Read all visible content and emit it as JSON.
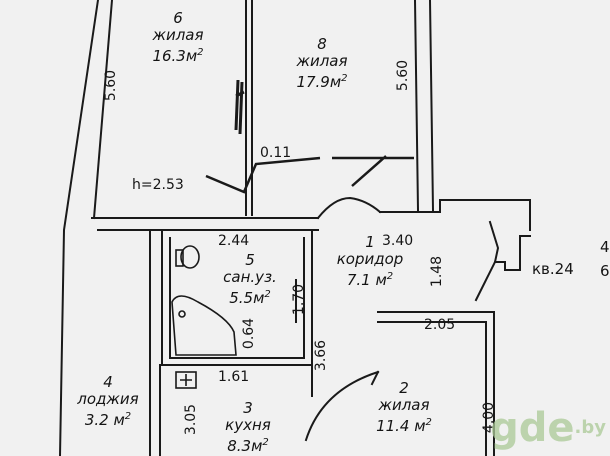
{
  "rooms": [
    {
      "id": "6",
      "number": "6",
      "name": "жилая",
      "area": "16.3м",
      "sup": "2"
    },
    {
      "id": "8",
      "number": "8",
      "name": "жилая",
      "area": "17.9м",
      "sup": "2"
    },
    {
      "id": "5",
      "number": "5",
      "name": "сан.уз.",
      "area": "5.5м",
      "sup": "2"
    },
    {
      "id": "1",
      "number": "1",
      "name": "коридор",
      "area": "7.1 м",
      "sup": "2"
    },
    {
      "id": "4",
      "number": "4",
      "name": "лоджия",
      "area": "3.2 м",
      "sup": "2"
    },
    {
      "id": "3",
      "number": "3",
      "name": "кухня",
      "area": "8.3м",
      "sup": "2"
    },
    {
      "id": "2",
      "number": "2",
      "name": "жилая",
      "area": "11.4 м",
      "sup": "2"
    }
  ],
  "dimensions": {
    "d560_left": "5.60",
    "d560_right": "5.60",
    "ceiling_height": "h=2.53",
    "d011": "0.11",
    "d244": "2.44",
    "d340": "3.40",
    "d148": "1.48",
    "d170": "1.70",
    "d064": "0.64",
    "d205": "2.05",
    "d366": "3.66",
    "d161": "1.61",
    "d305": "3.05",
    "d400": "4.00"
  },
  "apartment_label": "кв.24",
  "edge_fragment_top": "4",
  "edge_fragment_bottom": "6",
  "watermark": {
    "text": "gde",
    "tld": ".by"
  },
  "colors": {
    "paper": "#f1f1f1",
    "ink": "#161616",
    "watermark": "#a9c796"
  }
}
